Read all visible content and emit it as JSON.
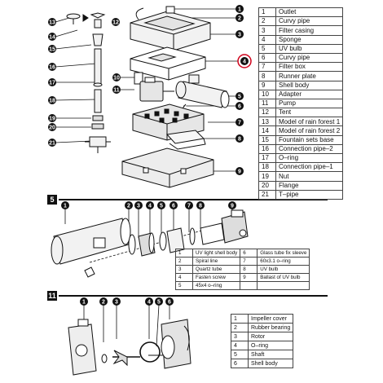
{
  "main_parts": [
    {
      "num": "1",
      "label": "Outlet"
    },
    {
      "num": "2",
      "label": "Curvy pipe"
    },
    {
      "num": "3",
      "label": "Filter casing"
    },
    {
      "num": "4",
      "label": "Sponge"
    },
    {
      "num": "5",
      "label": "UV bulb"
    },
    {
      "num": "6",
      "label": "Curvy pipe"
    },
    {
      "num": "7",
      "label": "Filter box"
    },
    {
      "num": "8",
      "label": "Runner plate"
    },
    {
      "num": "9",
      "label": "Shell body"
    },
    {
      "num": "10",
      "label": "Adapter"
    },
    {
      "num": "11",
      "label": "Pump"
    },
    {
      "num": "12",
      "label": "Tent"
    },
    {
      "num": "13",
      "label": "Model of rain forest 1"
    },
    {
      "num": "14",
      "label": "Model of rain forest 2"
    },
    {
      "num": "15",
      "label": "Fountain sets base"
    },
    {
      "num": "16",
      "label": "Connection pipe–2"
    },
    {
      "num": "17",
      "label": "O–ring"
    },
    {
      "num": "18",
      "label": "Connection pipe–1"
    },
    {
      "num": "19",
      "label": "Nut"
    },
    {
      "num": "20",
      "label": "Flange"
    },
    {
      "num": "21",
      "label": "T–pipe"
    }
  ],
  "uv_section": {
    "badge": "5",
    "parts": [
      [
        {
          "num": "1",
          "label": "UV light shell body"
        },
        {
          "num": "6",
          "label": "Glass tube fix sleeve"
        }
      ],
      [
        {
          "num": "2",
          "label": "Spiral line"
        },
        {
          "num": "7",
          "label": "60x3.1 o–ring"
        }
      ],
      [
        {
          "num": "3",
          "label": "Quartz tube"
        },
        {
          "num": "8",
          "label": "UV bulb"
        }
      ],
      [
        {
          "num": "4",
          "label": "Fasten screw"
        },
        {
          "num": "9",
          "label": "Ballast of UV bulb"
        }
      ],
      [
        {
          "num": "5",
          "label": "45x4 o–ring"
        },
        {
          "num": "",
          "label": ""
        }
      ]
    ]
  },
  "pump_section": {
    "badge": "11",
    "parts": [
      {
        "num": "1",
        "label": "Impeller cover"
      },
      {
        "num": "2",
        "label": "Rubber bearing"
      },
      {
        "num": "3",
        "label": "Rotor"
      },
      {
        "num": "4",
        "label": "O–ring"
      },
      {
        "num": "5",
        "label": "Shaft"
      },
      {
        "num": "6",
        "label": "Shell body"
      }
    ]
  },
  "callouts": {
    "top": [
      "1",
      "2",
      "3",
      "4",
      "5",
      "6",
      "7",
      "8",
      "9",
      "10",
      "11",
      "12",
      "13",
      "14",
      "15",
      "16",
      "17",
      "18",
      "19",
      "20",
      "21"
    ],
    "uv": [
      "1",
      "2",
      "3",
      "4",
      "5",
      "6",
      "7",
      "8",
      "9"
    ],
    "pump": [
      "1",
      "2",
      "3",
      "4",
      "5",
      "6"
    ]
  },
  "colors": {
    "ink": "#111111",
    "highlight": "#d0021b",
    "fill": "#f2f2f2",
    "line": "#444444"
  }
}
